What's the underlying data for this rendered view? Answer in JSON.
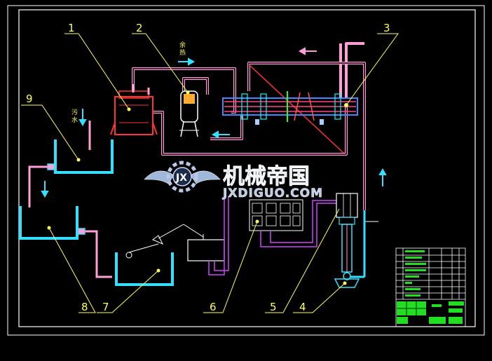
{
  "labels": {
    "n1": "1",
    "n2": "2",
    "n3": "3",
    "n4": "4",
    "n5": "5",
    "n6": "6",
    "n7": "7",
    "n8": "8",
    "n9": "9"
  },
  "annotations": {
    "waste_heat": [
      "余",
      "热"
    ],
    "waste_water": [
      "污",
      "水"
    ]
  },
  "watermark": {
    "cn": "机械帝国",
    "en": "JXDIGUO.COM"
  },
  "colors": {
    "frame": "#ffffff",
    "pipe": "#ff9fd6",
    "tank": "#33e0ff",
    "leader": "#ffff55",
    "control": "#cc44ff",
    "arrow": "#33e0ff",
    "table": "#ffffff",
    "table_fill": "#22dd22"
  }
}
